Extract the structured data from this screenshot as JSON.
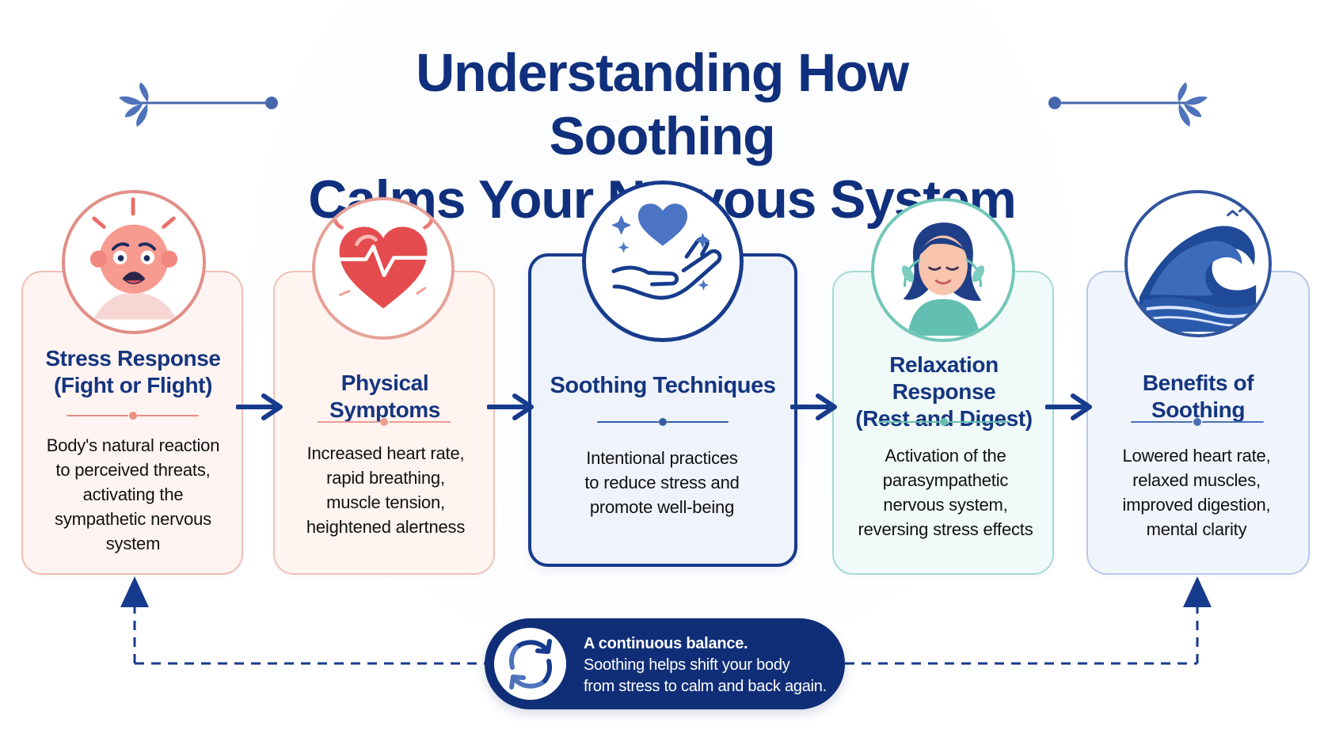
{
  "header": {
    "title_line_1": "Understanding How Soothing",
    "title_line_2": "Calms Your Nervous System"
  },
  "steps": [
    {
      "title_lines": [
        "Stress Response",
        "(Fight or Flight)"
      ],
      "description_lines": [
        "Body's natural reaction",
        "to perceived threats,",
        "activating the",
        "sympathetic nervous",
        "system"
      ],
      "icon": "stressed-face-icon",
      "accent_color": "#e9877d"
    },
    {
      "title_lines": [
        "Physical Symptoms"
      ],
      "description_lines": [
        "Increased heart rate,",
        "rapid breathing,",
        "muscle tension,",
        "heightened alertness"
      ],
      "icon": "heartbeat-heart-icon",
      "accent_color": "#eb9a8d"
    },
    {
      "title_lines": [
        "Soothing Techniques"
      ],
      "description_lines": [
        "Intentional practices",
        "to reduce stress and",
        "promote well-being"
      ],
      "icon": "hand-heart-icon",
      "accent_color": "#173b8c"
    },
    {
      "title_lines": [
        "Relaxation Response",
        "(Rest and Digest)"
      ],
      "description_lines": [
        "Activation of the",
        "parasympathetic",
        "nervous system,",
        "reversing stress effects"
      ],
      "icon": "calm-person-icon",
      "accent_color": "#63c1af"
    },
    {
      "title_lines": [
        "Benefits of Soothing"
      ],
      "description_lines": [
        "Lowered heart rate,",
        "relaxed muscles,",
        "improved digestion,",
        "mental clarity"
      ],
      "icon": "ocean-wave-icon",
      "accent_color": "#31549c"
    }
  ],
  "balance": {
    "heading": "A continuous balance.",
    "lines": [
      "Soothing helps shift your body",
      "from stress to calm and back again."
    ],
    "icon": "cycle-arrows-icon"
  },
  "colors": {
    "navy": "#102e77",
    "title_blue": "#10307d",
    "coral": "#e9877d",
    "teal": "#63c1af",
    "light_blue": "#eef3fc"
  }
}
